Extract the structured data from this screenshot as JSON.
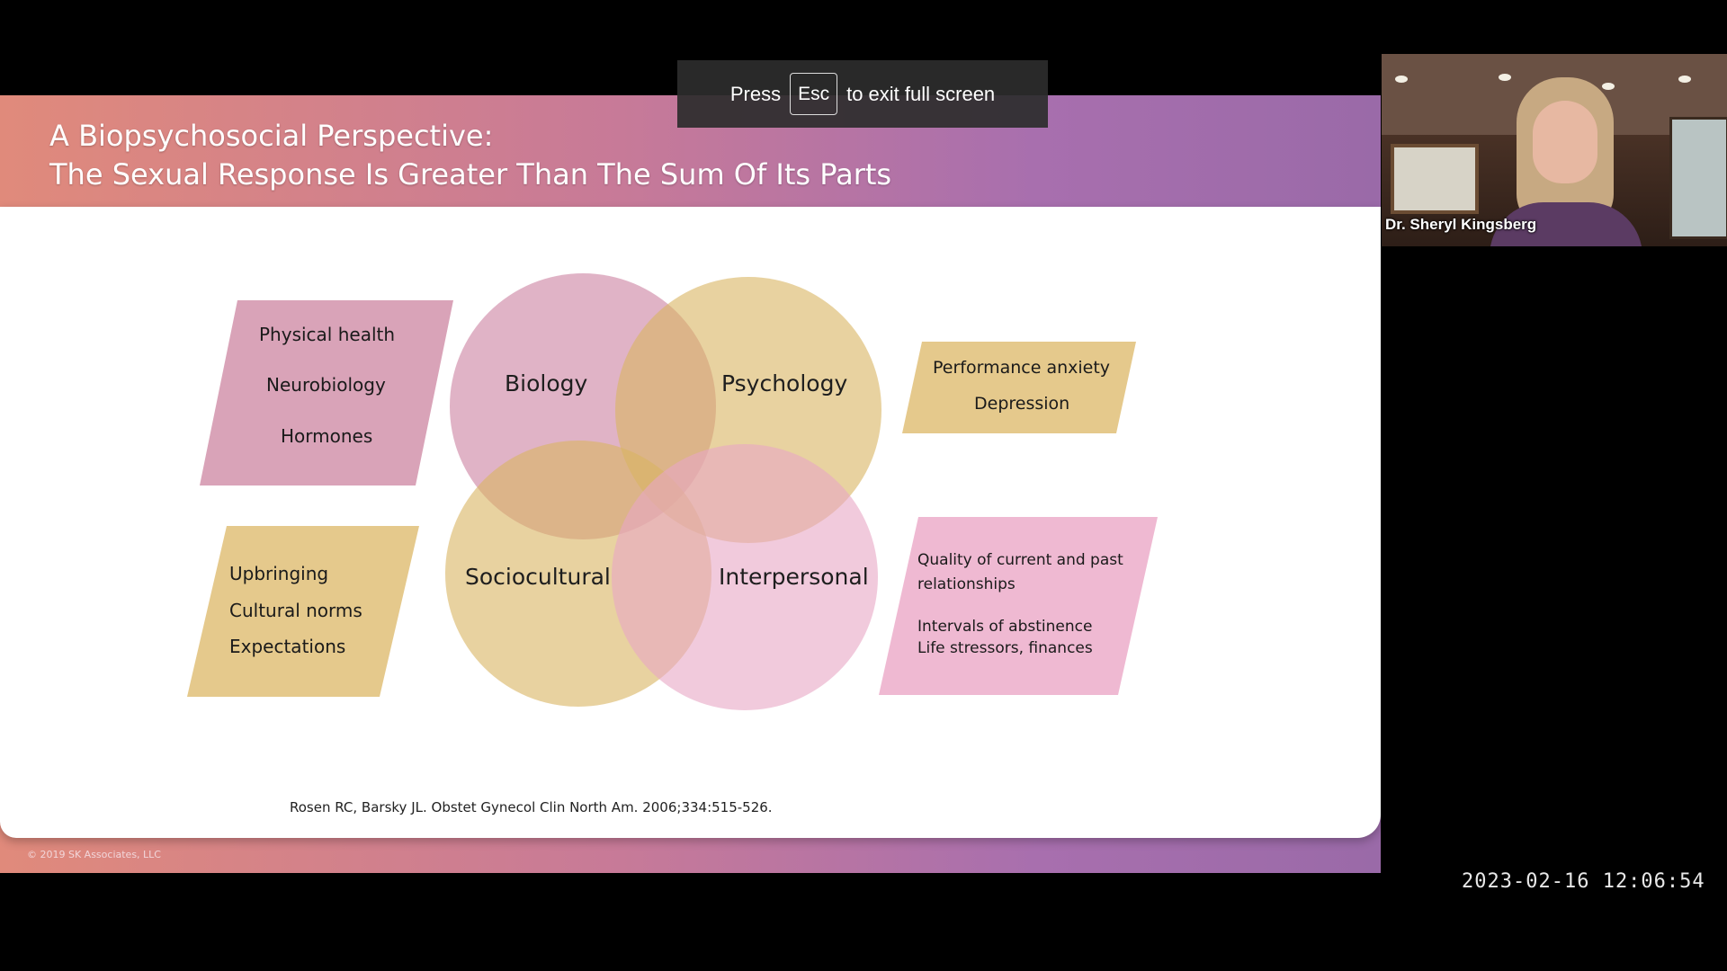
{
  "slide": {
    "title_line1": "A Biopsychosocial Perspective:",
    "title_line2": "The Sexual Response Is Greater Than The Sum Of Its Parts",
    "copyright": "© 2019 SK Associates, LLC",
    "citation": "Rosen RC, Barsky JL. Obstet Gynecol Clin North Am. 2006;334:515-526.",
    "venn": {
      "biology": "Biology",
      "psychology": "Psychology",
      "sociocultural": "Sociocultural",
      "interpersonal": "Interpersonal"
    },
    "boxes": {
      "biology_factors": [
        "Physical health",
        "Neurobiology",
        "Hormones"
      ],
      "psychology_factors": [
        "Performance anxiety",
        "Depression"
      ],
      "sociocultural_factors": [
        "Upbringing",
        "Cultural norms",
        "Expectations"
      ],
      "interpersonal_factors": [
        "Quality of current and past",
        "relationships",
        "Intervals of abstinence",
        "Life stressors, finances"
      ]
    }
  },
  "fullscreen_notice": {
    "prefix": "Press",
    "key": "Esc",
    "suffix": "to exit full screen"
  },
  "video": {
    "participant_name": "Dr. Sheryl Kingsberg"
  },
  "timestamp": "2023-02-16 12:06:54",
  "colors": {
    "pink": "#d9a3b8",
    "gold": "#e5c98c",
    "light_pink": "#efb9d2"
  }
}
